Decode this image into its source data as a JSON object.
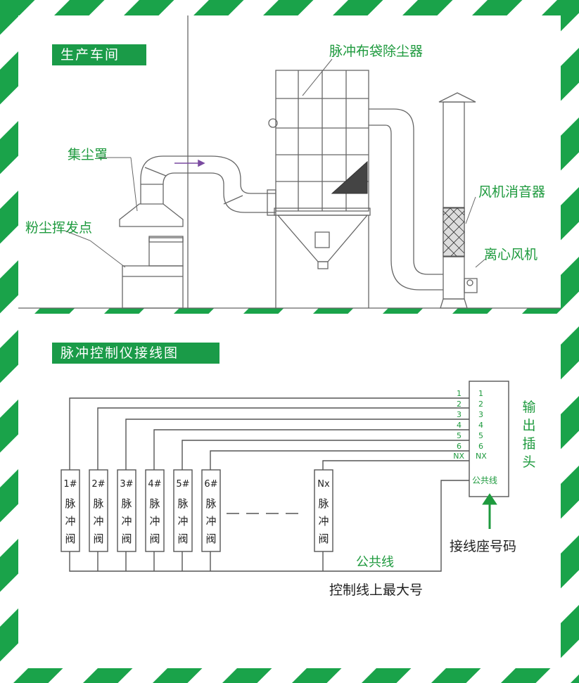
{
  "colors": {
    "brand_green": "#1a9b48",
    "label_green": "#1e9a3e",
    "line": "#555555"
  },
  "sections": {
    "production": {
      "title": "生产车间"
    },
    "wiring": {
      "title": "脉冲控制仪接线图"
    }
  },
  "production_labels": {
    "collector": "脉冲布袋除尘器",
    "hood": "集尘罩",
    "dust_point": "粉尘挥发点",
    "silencer": "风机消音器",
    "fan": "离心风机"
  },
  "wiring": {
    "valves": [
      {
        "id": "1#",
        "l1": "脉",
        "l2": "冲",
        "l3": "阀"
      },
      {
        "id": "2#",
        "l1": "脉",
        "l2": "冲",
        "l3": "阀"
      },
      {
        "id": "3#",
        "l1": "脉",
        "l2": "冲",
        "l3": "阀"
      },
      {
        "id": "4#",
        "l1": "脉",
        "l2": "冲",
        "l3": "阀"
      },
      {
        "id": "5#",
        "l1": "脉",
        "l2": "冲",
        "l3": "阀"
      },
      {
        "id": "6#",
        "l1": "脉",
        "l2": "冲",
        "l3": "阀"
      },
      {
        "id": "Nx",
        "l1": "脉",
        "l2": "冲",
        "l3": "阀"
      }
    ],
    "wire_labels": [
      "1",
      "2",
      "3",
      "4",
      "5",
      "6",
      "NX"
    ],
    "pins": [
      "1",
      "2",
      "3",
      "4",
      "5",
      "6",
      "NX"
    ],
    "common_pin": "公共线",
    "output_plug": {
      "c1": "输",
      "c2": "出",
      "c3": "插",
      "c4": "头"
    },
    "common_line": "公共线",
    "socket_number": "接线座号码",
    "max_number": "控制线上最大号"
  }
}
